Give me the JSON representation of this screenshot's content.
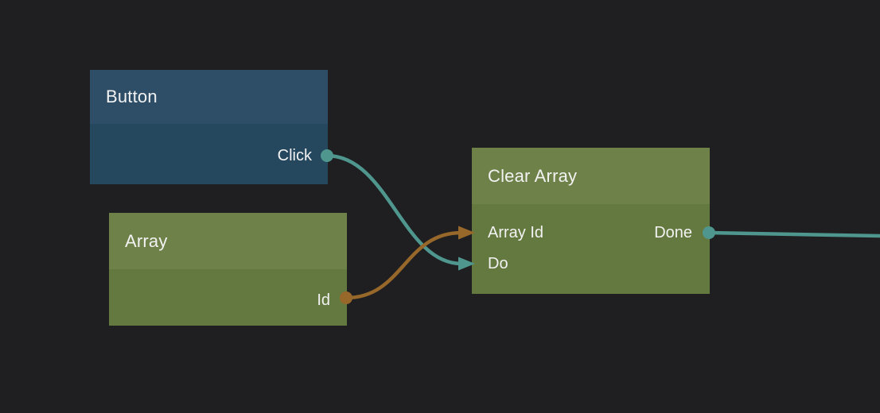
{
  "app": {
    "view": "visual-scripting-node-graph"
  },
  "colors": {
    "background": "#1F1F21",
    "button_node_header": "#2D4E66",
    "button_node_body": "#26485F",
    "green_node_header": "#6E8148",
    "green_node_body": "#64793F",
    "exec_accent": "#4F978E",
    "data_accent": "#97682A",
    "label_text": "#F2F2F2"
  },
  "nodes": [
    {
      "title": "Button",
      "inputs": [],
      "outputs": [
        {
          "label": "Click",
          "type": "exec"
        }
      ]
    },
    {
      "title": "Array",
      "inputs": [],
      "outputs": [
        {
          "label": "Id",
          "type": "data"
        }
      ]
    },
    {
      "title": "Clear Array",
      "inputs": [
        {
          "label": "Array Id",
          "type": "data"
        },
        {
          "label": "Do",
          "type": "exec"
        }
      ],
      "outputs": [
        {
          "label": "Done",
          "type": "exec"
        }
      ]
    }
  ],
  "connections": [
    {
      "from": "Button.Click",
      "to": "Clear Array.Do",
      "type": "exec"
    },
    {
      "from": "Array.Id",
      "to": "Clear Array.Array Id",
      "type": "data"
    },
    {
      "from": "Clear Array.Done",
      "to": "offscreen-right",
      "type": "exec"
    }
  ]
}
